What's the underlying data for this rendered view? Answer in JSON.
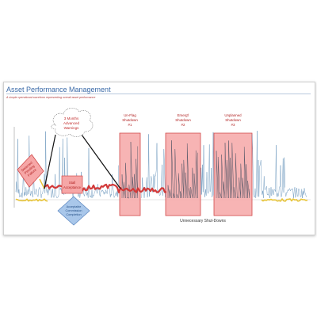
{
  "header": {
    "title": "Asset Performance Management",
    "subtitle": "A simple operational waveform representing overall asset performance"
  },
  "callouts": {
    "detected_failure": [
      "Detected",
      "Pending",
      "Failure"
    ],
    "advanced_warning": [
      "3 Months",
      "Advanced",
      "Warnings"
    ],
    "stall": [
      "Stall",
      "Acceptance"
    ],
    "commission": [
      "Acceptable",
      "Commission",
      "Completion"
    ],
    "shutdown1": [
      "Un-Flag",
      "Shutdown",
      "#1"
    ],
    "shutdown2": [
      "Emerg'l",
      "Shutdown",
      "#2"
    ],
    "shutdown3": [
      "Unplanned",
      "Shutdown",
      "#3"
    ],
    "unnecessary": "Unnecessary Shut-Downs"
  },
  "colors": {
    "trace_blue": "#4a7fae",
    "trace_red": "#d23a3a",
    "shutdown_fill": "#f6a7a7",
    "shutdown_stroke": "#d24a4a",
    "baseline_yellow": "#e7c43a",
    "commission_fill": "#a9c7ea",
    "title_blue": "#3a6aa8"
  }
}
